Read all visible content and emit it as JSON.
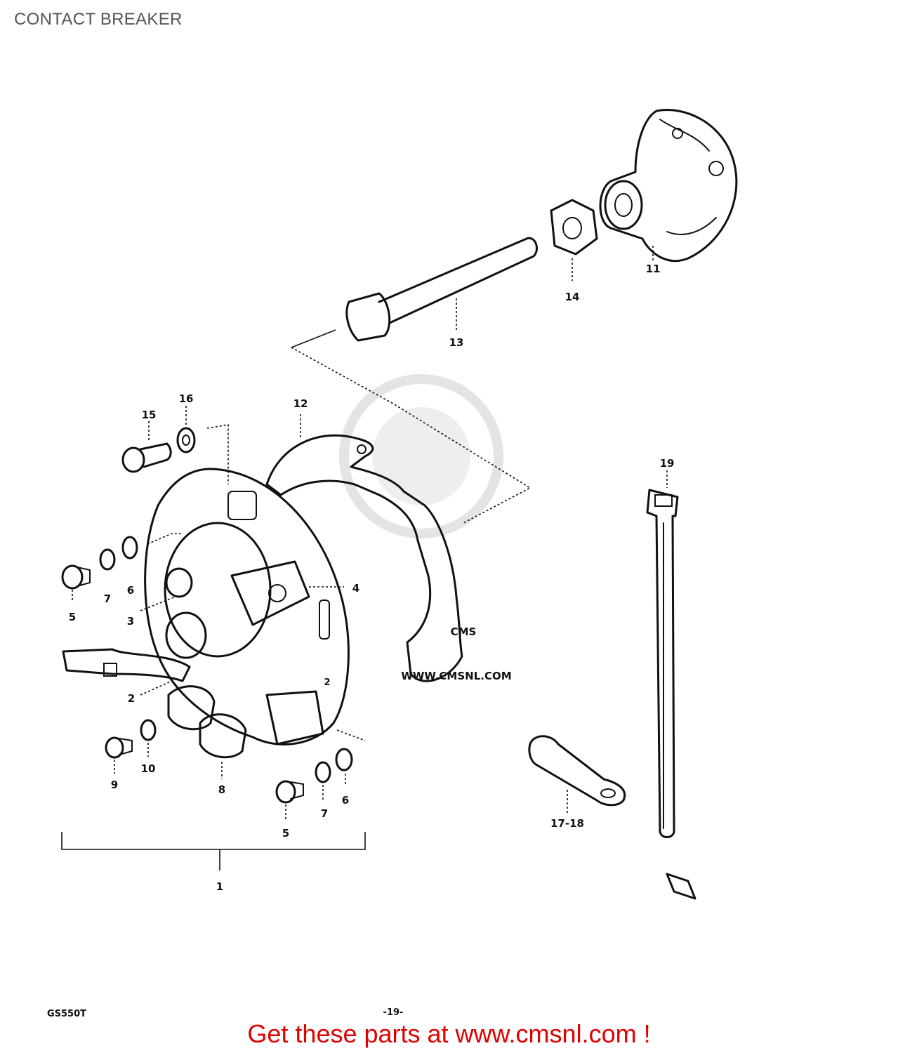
{
  "page": {
    "title": "CONTACT BREAKER",
    "promo_text": "Get these parts at www.cmsnl.com !"
  },
  "diagram": {
    "watermark": {
      "brand": "CMS",
      "url": "WWW.CMSNL.COM"
    },
    "footer": {
      "model_code": "GS550T",
      "page_number": "-19-"
    },
    "callouts": {
      "c1": "1",
      "c2a": "2",
      "c2b": "2",
      "c3": "3",
      "c4": "4",
      "c5a": "5",
      "c5b": "5",
      "c6a": "6",
      "c6b": "6",
      "c7a": "7",
      "c7b": "7",
      "c8": "8",
      "c9": "9",
      "c10": "10",
      "c11": "11",
      "c12": "12",
      "c13": "13",
      "c14": "14",
      "c15": "15",
      "c16": "16",
      "c17_18": "17-18",
      "c19": "19"
    }
  },
  "colors": {
    "title": "#555555",
    "promo": "#e00000",
    "line_art": "#111111",
    "watermark": "#dcdcdc"
  }
}
